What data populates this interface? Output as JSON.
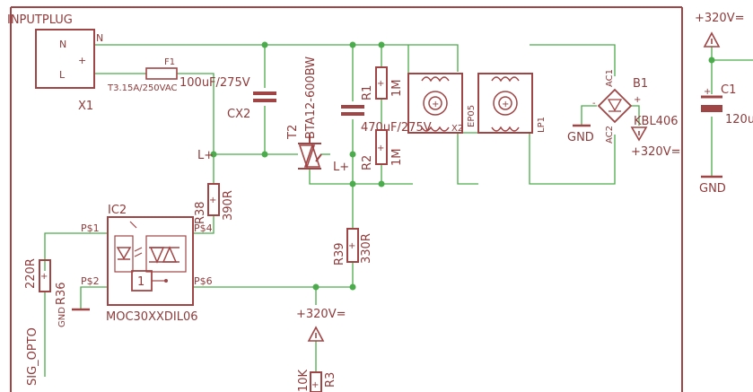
{
  "labels": {
    "inputplug": "INPUTPLUG",
    "pin_n_ext": "N",
    "pin_n": "N",
    "pin_l": "L",
    "x1": "X1",
    "f1": "F1",
    "f1_rating": "T3.15A/250VAC",
    "cx2_value": "100uF/275V",
    "cx2": "CX2",
    "t2": "T2",
    "t2_part": "BTA12-600BW",
    "r1": "R1",
    "r1_value": "1M",
    "r2": "R2",
    "r2_value": "1M",
    "cap470": "470uF/275V",
    "x_small": "X2",
    "ep": "EP05",
    "l_plus_1": "L+",
    "l_plus_2": "L+",
    "lp1": "LP1",
    "b1": "B1",
    "ac1": "AC1",
    "ac2": "AC2",
    "bridge_part": "KBL406",
    "v320_1": "+320V=",
    "v320_2": "+320V=",
    "v320_3": "+320V=",
    "gnd_1": "GND",
    "gnd_2": "GND",
    "gnd_3": "GND",
    "c1": "C1",
    "c1_value": "120u",
    "ic2": "IC2",
    "ic2_part": "MOC30XXDIL06",
    "pin_p1": "P$1",
    "pin_p2": "P$2",
    "pin_p4": "P$4",
    "pin_p6": "P$6",
    "r38": "R38",
    "r38_value": "390R",
    "r36": "R36",
    "r36_value": "220R",
    "r39": "R39",
    "r39_value": "330R",
    "r3": "R3",
    "r3_value": "10K",
    "sig_opto": "SIG_OPTO",
    "one": "1",
    "minus": "-",
    "plus": "+"
  },
  "colors": {
    "wire": "#4cab4c",
    "component": "#a04545",
    "text": "#8e3b3b",
    "background": "#ffffff"
  }
}
